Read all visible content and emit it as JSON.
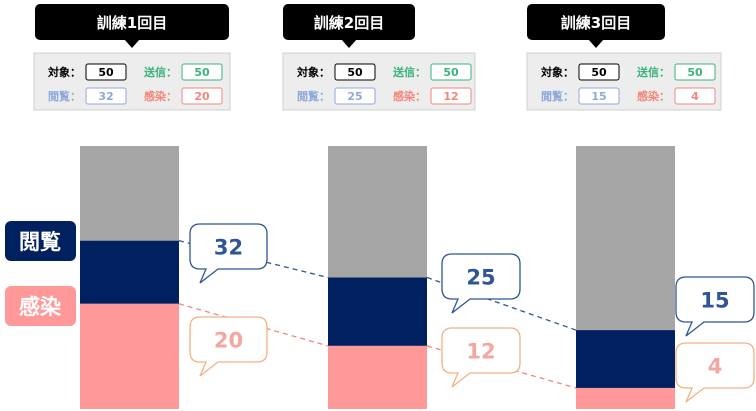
{
  "colors": {
    "gray": "#a6a6a6",
    "navy": "#002060",
    "pink": "#ff9999",
    "sent_green": "#3bb37b",
    "view_blue": "#8ea9db",
    "infect_red": "#f4867d",
    "callout_blue_border": "#2f5597",
    "callout_blue_text": "#2f5597",
    "callout_orange_border": "#f4b183",
    "callout_orange_text": "#f4a6a0",
    "panel_bg": "#ededed"
  },
  "legend": {
    "view": "閲覧",
    "infect": "感染"
  },
  "chart_data": {
    "type": "bar",
    "stacked": true,
    "categories": [
      "訓練1回目",
      "訓練2回目",
      "訓練3回目"
    ],
    "series": [
      {
        "name": "閲覧",
        "values": [
          32,
          25,
          15
        ]
      },
      {
        "name": "感染",
        "values": [
          20,
          12,
          4
        ]
      }
    ],
    "totals": [
      50,
      50,
      50
    ],
    "grid": false
  },
  "trainings": [
    {
      "title": "訓練1回目",
      "target_label": "対象：",
      "target": "50",
      "sent_label": "送信：",
      "sent": "50",
      "view_label": "閲覧：",
      "view": "32",
      "infect_label": "感染：",
      "infect": "20"
    },
    {
      "title": "訓練2回目",
      "target_label": "対象：",
      "target": "50",
      "sent_label": "送信：",
      "sent": "50",
      "view_label": "閲覧：",
      "view": "25",
      "infect_label": "感染：",
      "infect": "12"
    },
    {
      "title": "訓練3回目",
      "target_label": "対象：",
      "target": "50",
      "sent_label": "送信：",
      "sent": "50",
      "view_label": "閲覧：",
      "view": "15",
      "infect_label": "感染：",
      "infect": "4"
    }
  ]
}
